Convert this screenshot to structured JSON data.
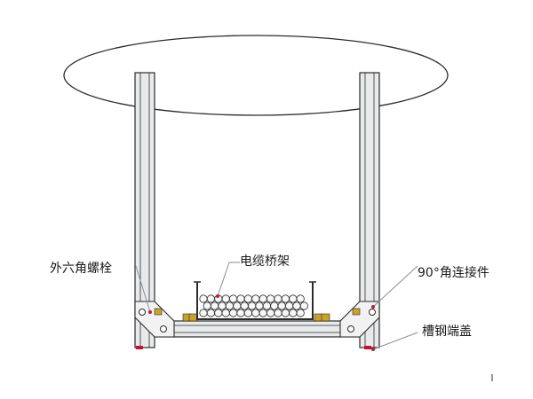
{
  "labels": {
    "cable_tray": "电缆桥架",
    "hex_bolt": "外六角螺栓",
    "connector_90": "90°角连接件",
    "end_cap": "槽钢端盖"
  },
  "colors": {
    "line": "#2b2b2b",
    "channel_fill": "#e8eaec",
    "leader": "#8a8d93",
    "bolt": "#c9a227",
    "end_cap": "#c8102e",
    "arrow_tip": "#b51f3a"
  }
}
